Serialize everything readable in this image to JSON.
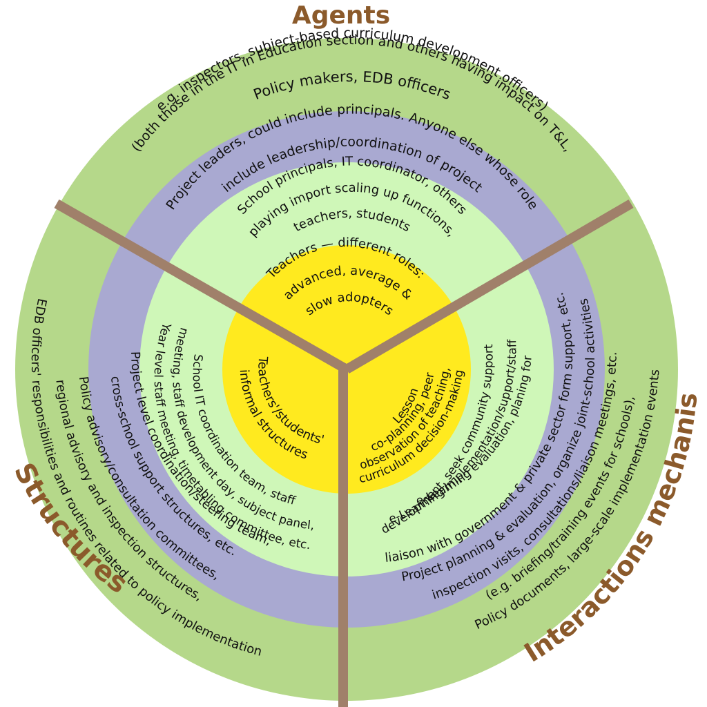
{
  "colors": {
    "outer_ring": "#B5D88A",
    "middle_ring": "#A9A9D1",
    "inner_ring": "#CFF7B8",
    "core": "#FFEA1F",
    "divider": "#A0806A",
    "title": "#8B5A2B",
    "text": "#111111"
  },
  "sectors": {
    "agents": {
      "title": "Agents",
      "outer_lines": [
        "Policy makers, EDB officers",
        "(both those in the IT in Education section and others having impact on T&L,",
        "e.g. inspectors, subject-based curriculum development officers)"
      ],
      "middle_lines": [
        "Project leaders, could include principals. Anyone else whose role",
        "include leadership/coordination of project"
      ],
      "inner_lines": [
        "School principals, IT coordinator, others",
        "playing import scaling up functions,",
        "teachers, students"
      ],
      "core_lines": [
        "Teachers — different roles:",
        "advanced, average &",
        "slow adopters"
      ]
    },
    "structures": {
      "title": "Structures",
      "outer_lines": [
        "EDB officers' responsibilities and routines related to policy implementation",
        "regional advisory and inspection structures,",
        "Policy advisory/consultation committees,"
      ],
      "middle_lines": [
        "cross-school support structures, etc.",
        "Project level coordination/steering team,"
      ],
      "inner_lines": [
        "Year level staff meeting, timetabling committee, etc.",
        "meeting, staff development day, subject panel,",
        "School IT coordination team, staff"
      ],
      "core_lines": [
        "informal structures",
        "Teachers'/students'"
      ]
    },
    "interactions": {
      "title": "Interactions mechanisms",
      "outer_lines": [
        "Policy documents, large-scale implementation events",
        "(e.g. briefing/training events for schools),",
        "inspection visits, consultations/liaison meetings, etc."
      ],
      "middle_lines": [
        "Project planning & evaluation, organize joint-school activities",
        "liaison with government & private sector form support, etc."
      ],
      "inner_lines": [
        "e-Learning evaluation, planing for",
        "e-Learning implementation/support/staff",
        "development, seek community support"
      ],
      "core_lines": [
        "Lesson",
        "co-planning, peer",
        "observation of teaching,",
        "curriculum decision-making"
      ]
    }
  }
}
